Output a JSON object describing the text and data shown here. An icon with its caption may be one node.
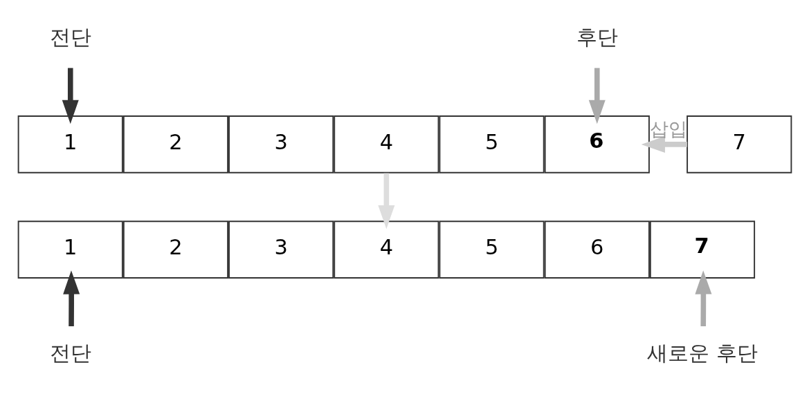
{
  "diagram": {
    "nodes": [
      {
        "text": [
          "전단"
        ]
      },
      {
        "text": [
          "후단"
        ]
      },
      {
        "text": [
          "1"
        ]
      },
      {
        "text": [
          "2"
        ]
      },
      {
        "text": [
          "3"
        ]
      },
      {
        "text": [
          "4"
        ]
      },
      {
        "text": [
          "5"
        ]
      },
      {
        "text": [
          "6"
        ]
      },
      {
        "text": [
          "7"
        ]
      },
      {
        "text": [
          "1"
        ]
      },
      {
        "text": [
          "2"
        ]
      },
      {
        "text": [
          "3"
        ]
      },
      {
        "text": [
          "4"
        ]
      },
      {
        "text": [
          "5"
        ]
      },
      {
        "text": [
          "6"
        ]
      },
      {
        "text": [
          "7"
        ]
      },
      {
        "text": [
          "전단"
        ]
      },
      {
        "text": [
          "새로운 후단"
        ]
      }
    ],
    "edges": [
      {
        "from": 0,
        "to": 2,
        "arrow": "to",
        "color": "#333333"
      },
      {
        "from": 1,
        "to": 7,
        "arrow": "to",
        "color": "#aaaaaa"
      },
      {
        "from": 8,
        "to": 7,
        "arrow": "to",
        "label": "삽입",
        "color": "#cccccc"
      },
      {
        "from": 5,
        "to": 12,
        "arrow": "to",
        "color": "#dddddd"
      },
      {
        "from": 16,
        "to": 9,
        "arrow": "to",
        "color": "#333333"
      },
      {
        "from": 17,
        "to": 15,
        "arrow": "to",
        "color": "#aaaaaa"
      }
    ]
  }
}
